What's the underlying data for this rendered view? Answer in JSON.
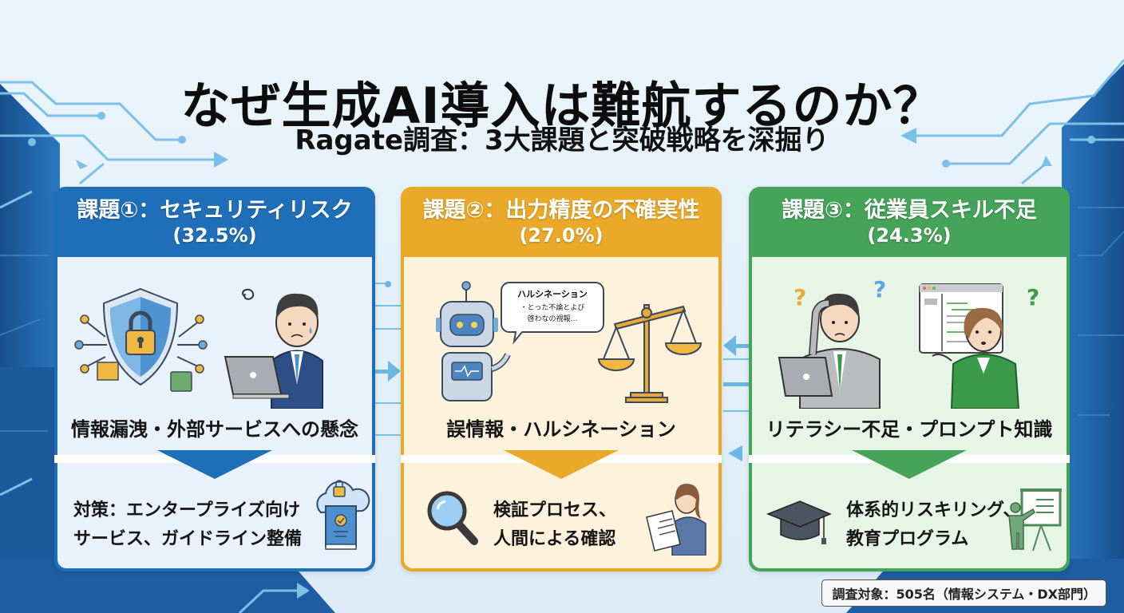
{
  "header": {
    "title": "なぜ生成AI導入は難航するのか？",
    "subtitle": "Ragate調査：3大課題と突破戦略を深掘り"
  },
  "panels": [
    {
      "heading": "課題①：セキュリティリスク",
      "percent": "(32.5%)",
      "accent": "#1f6fb8",
      "issue": "情報漏洩・外部サービスへの懸念",
      "solution_line1": "対策：エンタープライズ向け",
      "solution_line2": "サービス、ガイドライン整備",
      "illustration_icons": [
        "shield-lock-icon",
        "worried-businessman-laptop-icon"
      ],
      "solution_icon": "cloud-lock-guidebook-icon"
    },
    {
      "heading": "課題②：出力精度の不確実性",
      "percent": "(27.0%)",
      "accent": "#eaa928",
      "issue": "誤情報・ハルシネーション",
      "speech_bubble": {
        "title": "ハルシネーション",
        "line1": "・とった不論とよび",
        "line2": "啓わなの視報…"
      },
      "solution_line1": "検証プロセス、",
      "solution_line2": "人間による確認",
      "illustration_icons": [
        "robot-icon",
        "balance-scale-icon"
      ],
      "solution_icons": [
        "magnifier-icon",
        "woman-reviewing-document-icon"
      ]
    },
    {
      "heading": "課題③：従業員スキル不足",
      "percent": "(24.3%)",
      "accent": "#46a35a",
      "issue": "リテラシー不足・プロンプト知識",
      "solution_line1": "体系的リスキリング、",
      "solution_line2": "教育プログラム",
      "illustration_icons": [
        "confused-man-laptop-icon",
        "confused-woman-screen-icon"
      ],
      "solution_icons": [
        "graduation-cap-icon",
        "presenter-whiteboard-icon"
      ]
    }
  ],
  "footnote": "調査対象：505名（情報システム・DX部門）"
}
